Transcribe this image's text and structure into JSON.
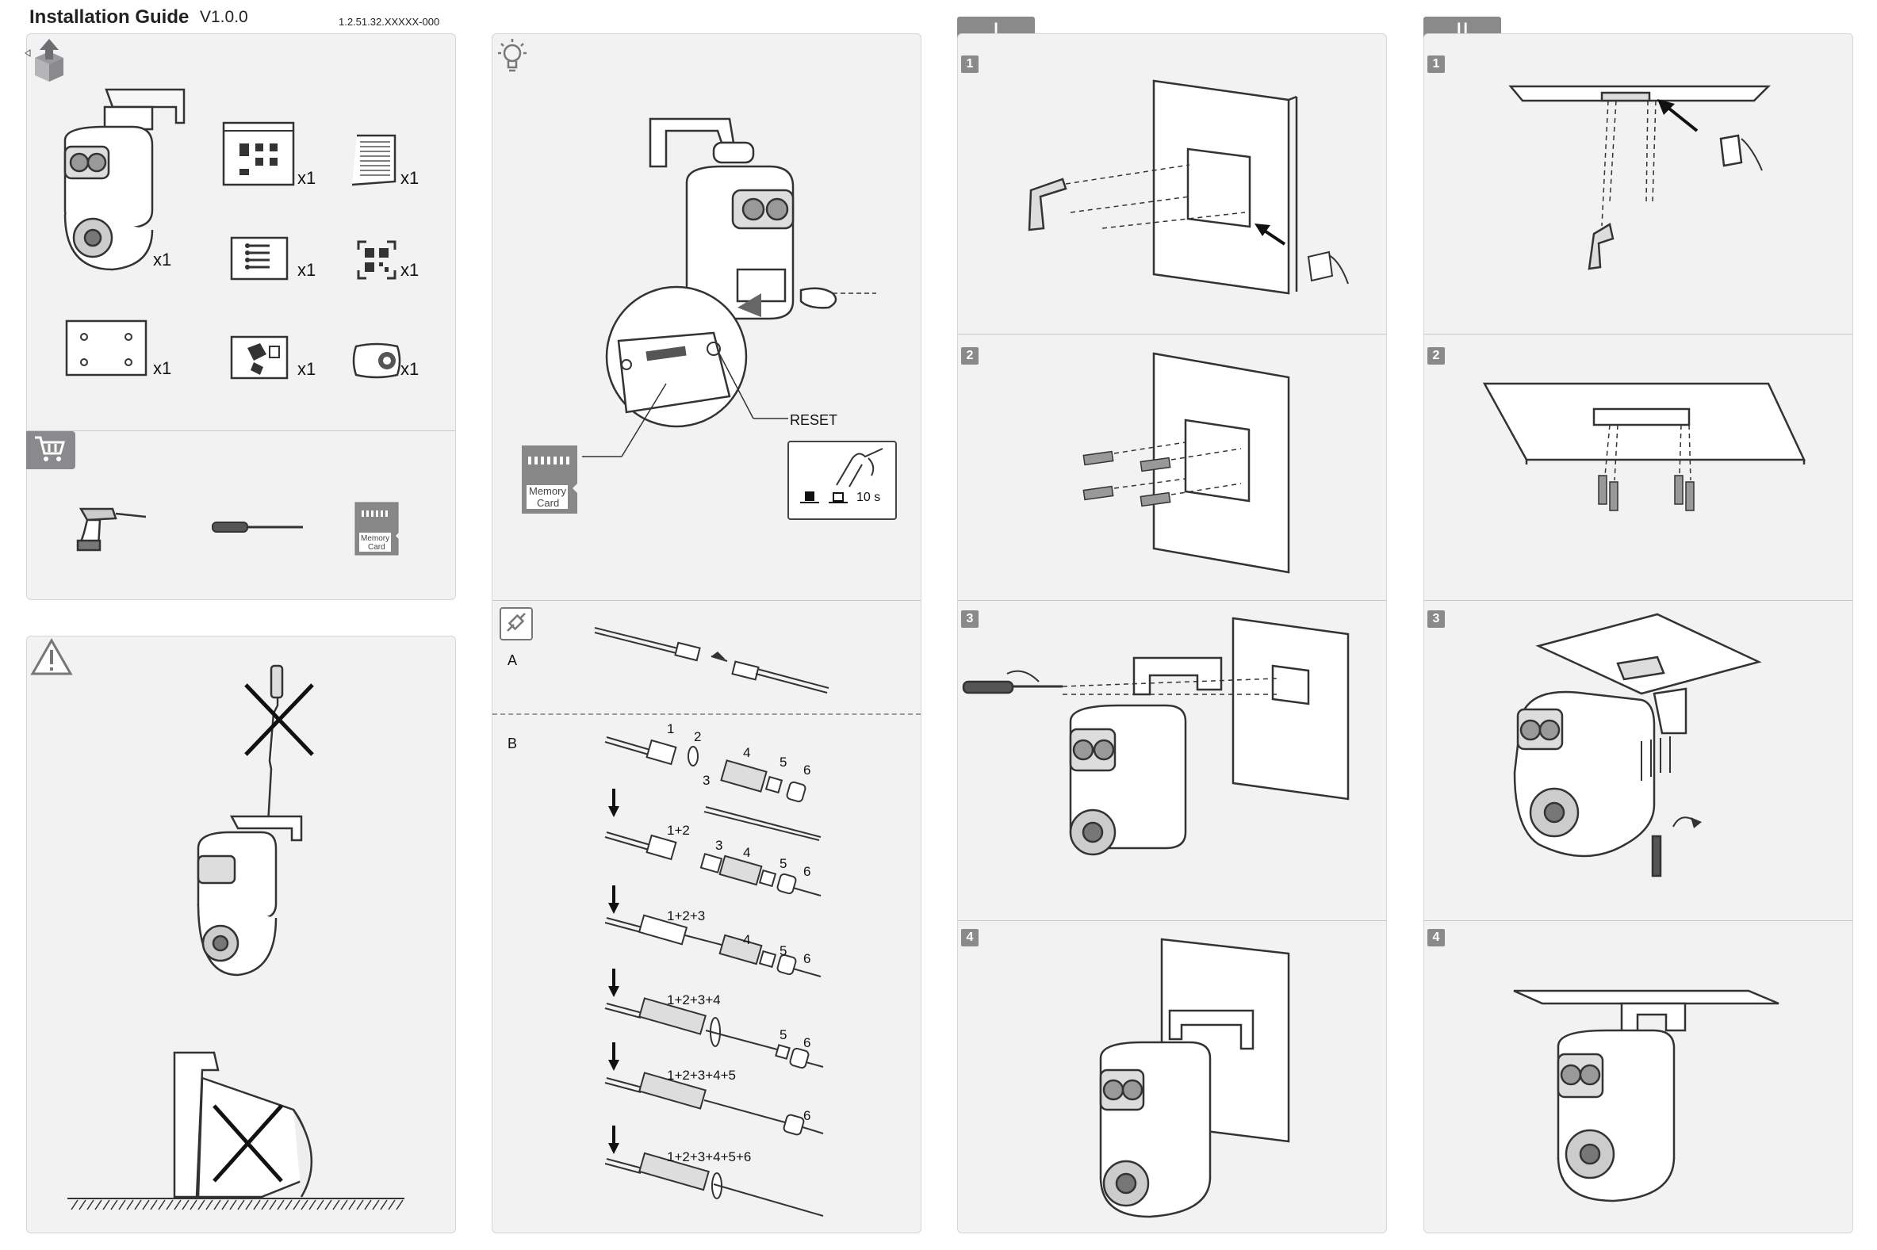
{
  "header": {
    "title": "Installation Guide",
    "version": "V1.0.0",
    "doc_number": "1.2.51.32.XXXXX-000"
  },
  "package": {
    "icon": "open-box-icon",
    "quantities": [
      "x1",
      "x1",
      "x1",
      "x1",
      "x1",
      "x1",
      "x1",
      "x1"
    ]
  },
  "purchase": {
    "icon": "shopping-cart-icon",
    "items": [
      "drill-icon",
      "screwdriver-icon",
      "memory-card-icon"
    ],
    "memory_card_label": [
      "Memory",
      "Card"
    ]
  },
  "warning": {
    "icon": "warning-triangle-icon"
  },
  "tips": {
    "icon": "lightbulb-icon",
    "reset_label": "RESET",
    "memory_card_label": [
      "Memory",
      "Card"
    ],
    "hold_time": "10 s"
  },
  "cable": {
    "icon": "cable-connector-icon",
    "section_a": "A",
    "section_b": "B",
    "row1_labels": [
      "1",
      "2",
      "3",
      "4",
      "5",
      "6"
    ],
    "row2_labels": [
      "1+2",
      "3",
      "4",
      "5",
      "6"
    ],
    "row3_labels": [
      "1+2+3",
      "4",
      "5",
      "6"
    ],
    "row4_labels": [
      "1+2+3+4",
      "5",
      "6"
    ],
    "row5_labels": [
      "1+2+3+4+5",
      "6"
    ],
    "row6_labels": [
      "1+2+3+4+5+6"
    ]
  },
  "wall_mount": {
    "section": "I",
    "steps": [
      "1",
      "2",
      "3",
      "4"
    ]
  },
  "ceiling_mount": {
    "section": "II",
    "steps": [
      "1",
      "2",
      "3",
      "4"
    ]
  },
  "colors": {
    "panel": "#f2f2f3",
    "badge": "#8a8a8d",
    "line": "#333333"
  }
}
